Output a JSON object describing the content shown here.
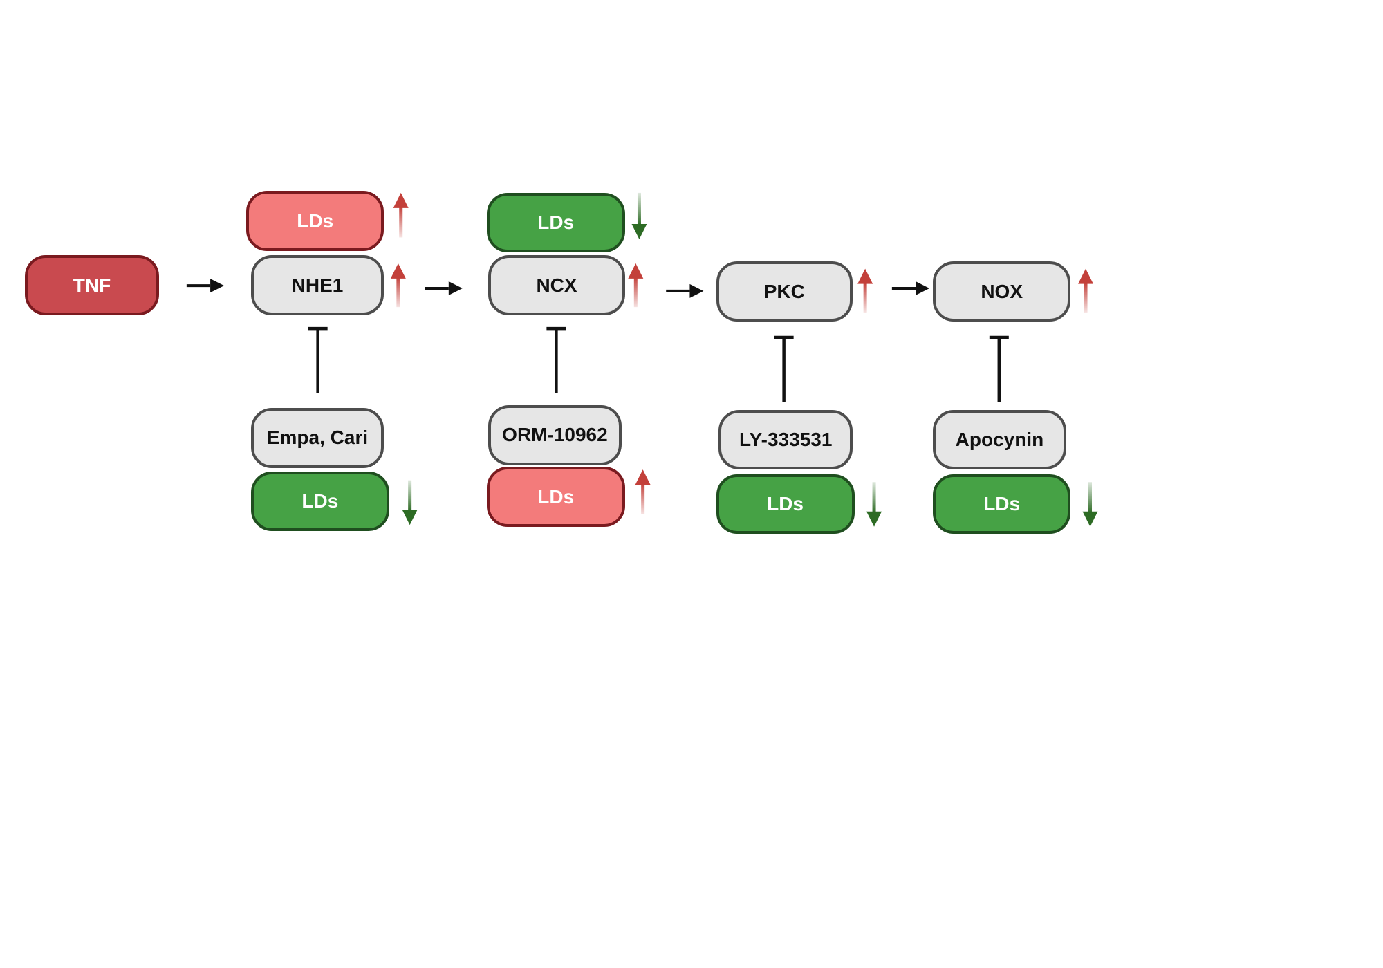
{
  "colors": {
    "tnf_fill": "#c94a4f",
    "tnf_border": "#7a1a1f",
    "grey_fill": "#e6e6e6",
    "grey_border": "#4d4d4d",
    "pink_fill": "#f37b7b",
    "pink_border": "#7a1a1f",
    "green_fill": "#46a245",
    "green_border": "#1f4e1f",
    "up_arrow": "#c3403a",
    "down_arrow": "#2d6b24",
    "line": "#111111"
  },
  "nodes": [
    {
      "id": "tnf",
      "label": "TNF",
      "style": "tnf"
    },
    {
      "id": "lds-nhe1-top",
      "label": "LDs",
      "style": "pink",
      "trend": "up"
    },
    {
      "id": "nhe1",
      "label": "NHE1",
      "style": "grey",
      "trend": "up"
    },
    {
      "id": "empa-cari",
      "label": "Empa, Cari",
      "style": "grey"
    },
    {
      "id": "lds-nhe1-bottom",
      "label": "LDs",
      "style": "green",
      "trend": "down"
    },
    {
      "id": "lds-ncx-top",
      "label": "LDs",
      "style": "green",
      "trend": "down"
    },
    {
      "id": "ncx",
      "label": "NCX",
      "style": "grey",
      "trend": "up"
    },
    {
      "id": "orm-10962",
      "label": "ORM-10962",
      "style": "grey"
    },
    {
      "id": "lds-ncx-bottom",
      "label": "LDs",
      "style": "pink",
      "trend": "up"
    },
    {
      "id": "pkc",
      "label": "PKC",
      "style": "grey",
      "trend": "up"
    },
    {
      "id": "ly-333531",
      "label": "LY-333531",
      "style": "grey"
    },
    {
      "id": "lds-pkc-bottom",
      "label": "LDs",
      "style": "green",
      "trend": "down"
    },
    {
      "id": "nox",
      "label": "NOX",
      "style": "grey",
      "trend": "up"
    },
    {
      "id": "apocynin",
      "label": "Apocynin",
      "style": "grey"
    },
    {
      "id": "lds-nox-bottom",
      "label": "LDs",
      "style": "green",
      "trend": "down"
    }
  ],
  "edges": [
    {
      "from": "tnf",
      "to": "nhe1",
      "type": "activation"
    },
    {
      "from": "nhe1",
      "to": "ncx",
      "type": "activation"
    },
    {
      "from": "ncx",
      "to": "pkc",
      "type": "activation"
    },
    {
      "from": "pkc",
      "to": "nox",
      "type": "activation"
    },
    {
      "from": "empa-cari",
      "to": "nhe1",
      "type": "inhibition"
    },
    {
      "from": "orm-10962",
      "to": "ncx",
      "type": "inhibition"
    },
    {
      "from": "ly-333531",
      "to": "pkc",
      "type": "inhibition"
    },
    {
      "from": "apocynin",
      "to": "nox",
      "type": "inhibition"
    }
  ]
}
